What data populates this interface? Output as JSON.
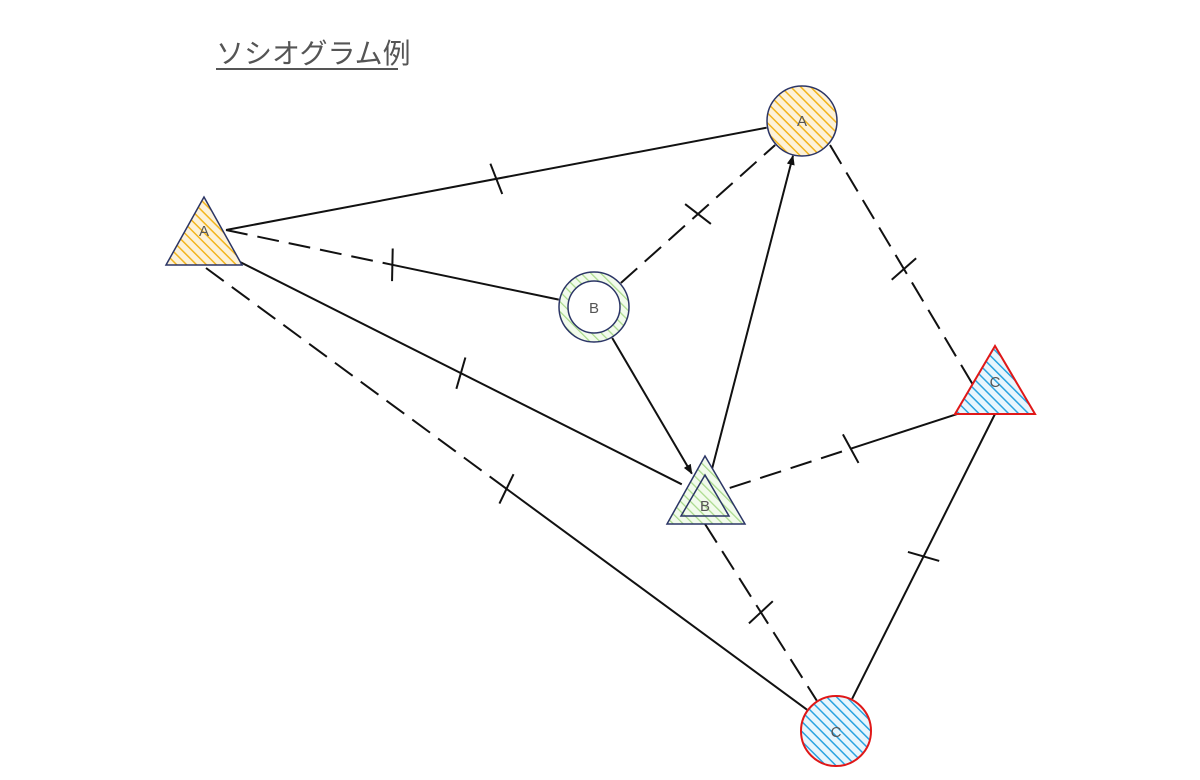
{
  "title": "ソシオグラム例",
  "colors": {
    "orange": "#f2b41d",
    "orange_stroke": "#2b3566",
    "green": "#a8d98a",
    "green_stroke": "#2b3566",
    "blue": "#2aa3e0",
    "blue_stroke": "#e01818",
    "edge": "#111111",
    "label": "#555555"
  },
  "nodes": [
    {
      "id": "triA",
      "shape": "triangle",
      "label": "A",
      "fill": "orange"
    },
    {
      "id": "circA",
      "shape": "circle",
      "label": "A",
      "fill": "orange"
    },
    {
      "id": "circB",
      "shape": "double-circle",
      "label": "B",
      "fill": "green"
    },
    {
      "id": "triB",
      "shape": "double-triangle",
      "label": "B",
      "fill": "green"
    },
    {
      "id": "triC",
      "shape": "triangle",
      "label": "C",
      "fill": "blue"
    },
    {
      "id": "circC",
      "shape": "circle",
      "label": "C",
      "fill": "blue"
    }
  ],
  "edges": [
    {
      "from": "triA",
      "to": "circA",
      "style": "solid",
      "tick": true
    },
    {
      "from": "triA",
      "to": "circB",
      "style": "dashed-solid",
      "tick": true
    },
    {
      "from": "triA",
      "to": "triB",
      "style": "solid",
      "tick": true
    },
    {
      "from": "triA",
      "to": "circC",
      "style": "dashed-solid",
      "tick": true
    },
    {
      "from": "circB",
      "to": "circA",
      "style": "dashed",
      "tick": true
    },
    {
      "from": "circB",
      "to": "triB",
      "style": "solid-arrow",
      "tick": false
    },
    {
      "from": "triB",
      "to": "circA",
      "style": "solid-arrow",
      "tick": false
    },
    {
      "from": "triB",
      "to": "triC",
      "style": "dashed-solid",
      "tick": true
    },
    {
      "from": "triB",
      "to": "circC",
      "style": "dashed",
      "tick": true
    },
    {
      "from": "circA",
      "to": "triC",
      "style": "dashed",
      "tick": true
    },
    {
      "from": "triC",
      "to": "circC",
      "style": "solid",
      "tick": true
    }
  ]
}
